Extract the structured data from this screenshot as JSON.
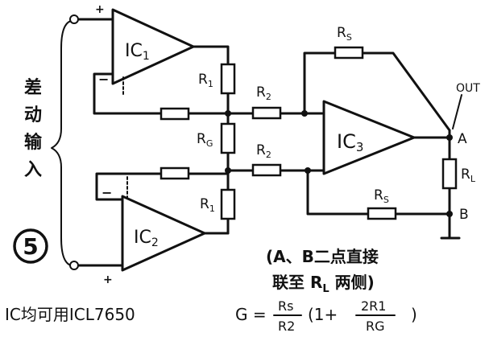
{
  "inputs": {
    "label_chars": [
      "差",
      "动",
      "输",
      "入"
    ],
    "plus": "+",
    "minus": "−"
  },
  "amplifiers": [
    {
      "name": "IC",
      "sub": "1"
    },
    {
      "name": "IC",
      "sub": "2"
    },
    {
      "name": "IC",
      "sub": "3"
    }
  ],
  "resistors": {
    "r1_top": {
      "name": "R",
      "sub": "1"
    },
    "r1_bottom": {
      "name": "R",
      "sub": "1"
    },
    "rg": {
      "name": "R",
      "sub": "G"
    },
    "r2_top": {
      "name": "R",
      "sub": "2"
    },
    "r2_bottom": {
      "name": "R",
      "sub": "2"
    },
    "rs_top": {
      "name": "R",
      "sub": "S"
    },
    "rs_bottom": {
      "name": "R",
      "sub": "S"
    },
    "rl": {
      "name": "R",
      "sub": "L"
    }
  },
  "output": {
    "out_label": "OUT",
    "node_a": "A",
    "node_b": "B"
  },
  "circle_number": "5",
  "note": {
    "line1": "(A、B二点直接",
    "line2_prefix": "联至 R",
    "line2_sub": "L",
    "line2_suffix": " 两侧)"
  },
  "footer": {
    "ic_note": "IC均可用ICL7650",
    "gain_prefix": "G =",
    "gain_num": "Rs",
    "gain_den": "R2",
    "gain_paren_open": "(1+",
    "gain_inner_num": "2R1",
    "gain_inner_den": "RG",
    "gain_paren_close": ")"
  }
}
